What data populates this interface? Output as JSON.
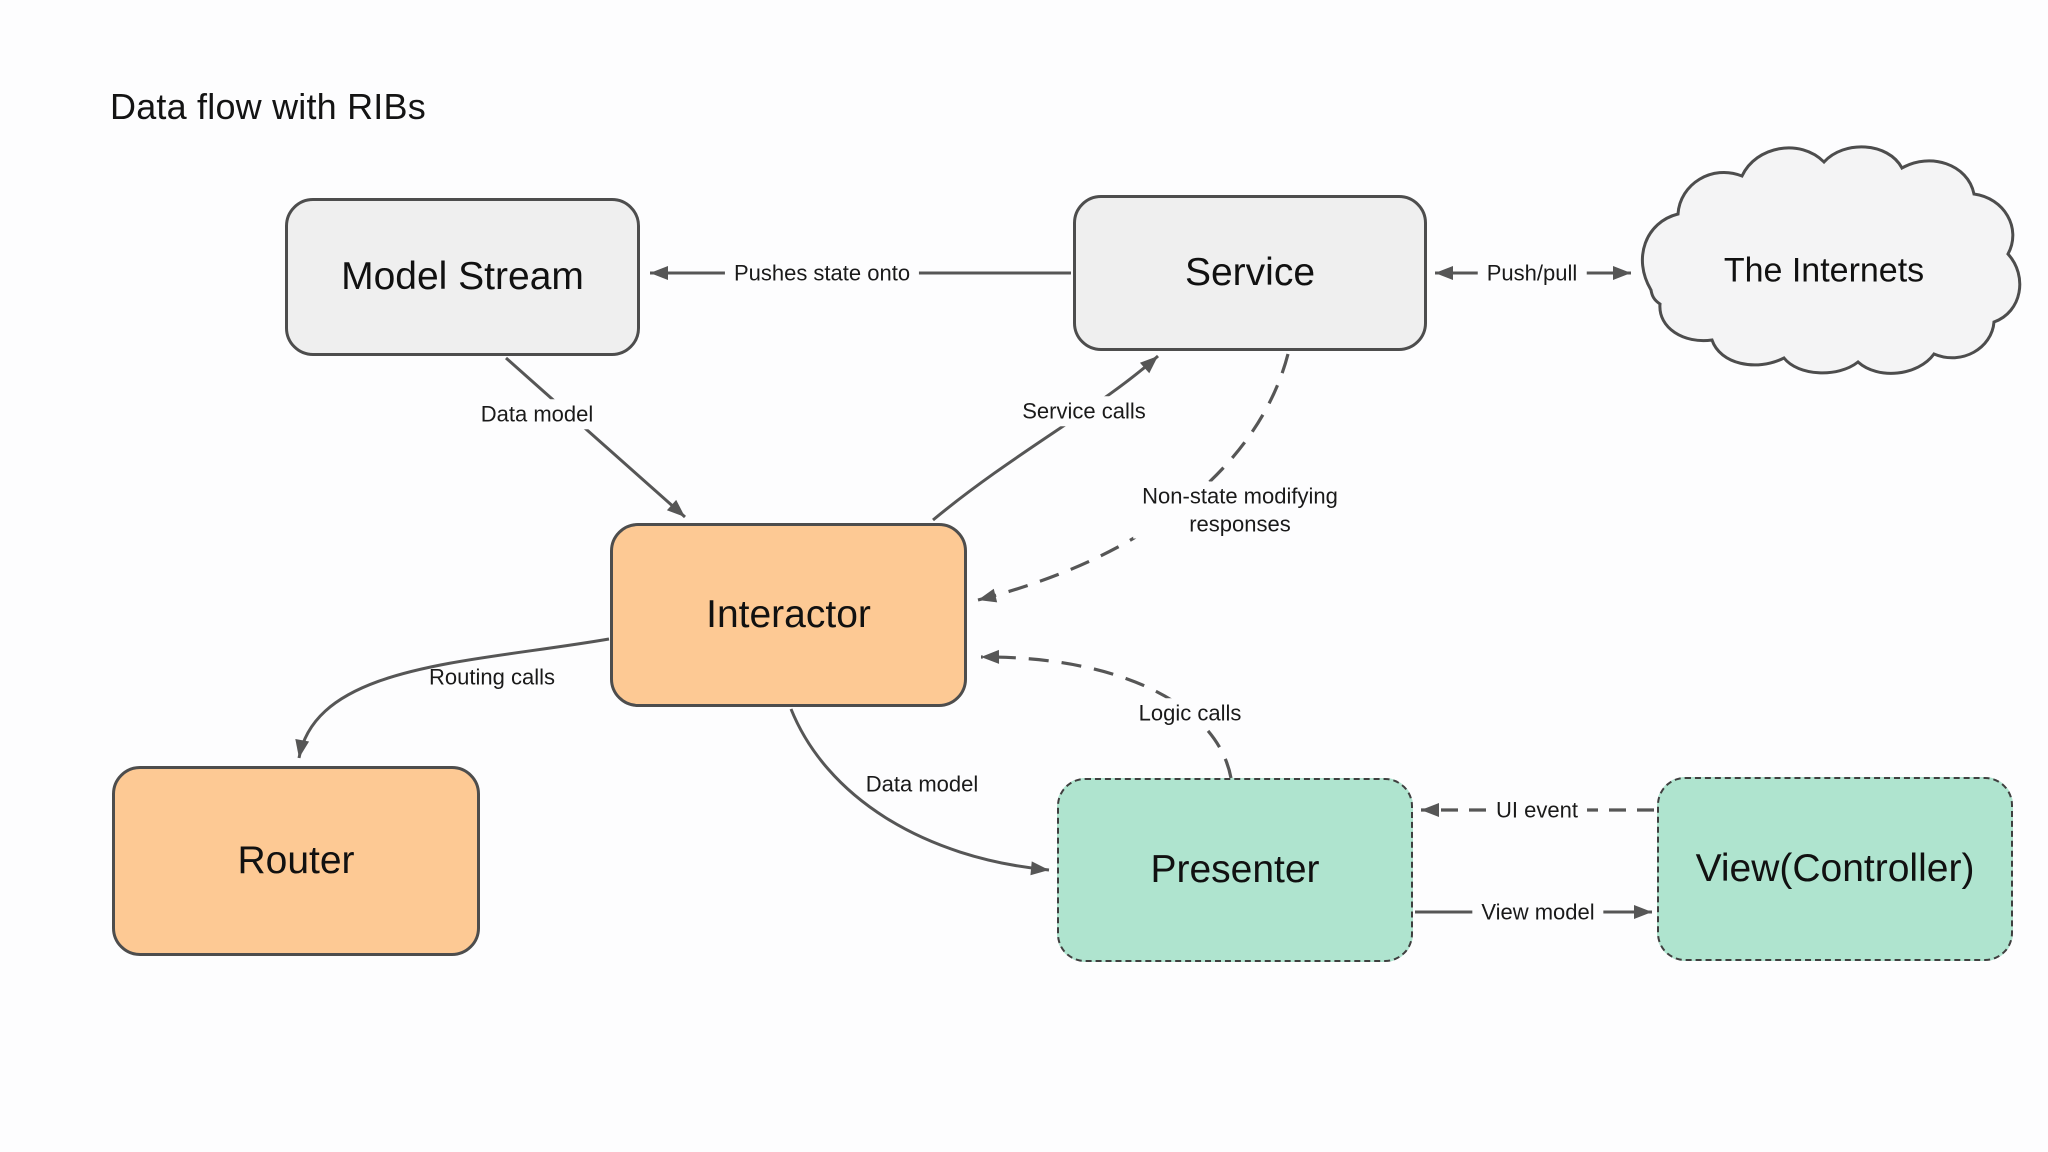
{
  "title": "Data flow with RIBs",
  "colors": {
    "background": "#fdfdfe",
    "node_gray_fill": "#efefef",
    "node_orange_fill": "#fdc994",
    "node_teal_fill": "#afe4cf",
    "node_border": "#4d4d4d",
    "edge_stroke": "#565656",
    "text": "#141414"
  },
  "nodes": {
    "model_stream": {
      "label": "Model Stream"
    },
    "service": {
      "label": "Service"
    },
    "internets": {
      "label": "The Internets"
    },
    "interactor": {
      "label": "Interactor"
    },
    "router": {
      "label": "Router"
    },
    "presenter": {
      "label": "Presenter"
    },
    "view_controller": {
      "label": "View(Controller)"
    }
  },
  "edges": {
    "pushes_state": {
      "label": "Pushes state onto",
      "from": "Service",
      "to": "Model Stream",
      "style": "solid"
    },
    "push_pull": {
      "label": "Push/pull",
      "from": "Service",
      "to": "The Internets",
      "style": "solid-double-arrow"
    },
    "data_model_top": {
      "label": "Data model",
      "from": "Model Stream",
      "to": "Interactor",
      "style": "solid"
    },
    "service_calls": {
      "label": "Service calls",
      "from": "Interactor",
      "to": "Service",
      "style": "solid"
    },
    "non_state": {
      "label_line1": "Non-state modifying",
      "label_line2": "responses",
      "from": "Service",
      "to": "Interactor",
      "style": "dashed"
    },
    "logic_calls": {
      "label": "Logic calls",
      "from": "Presenter",
      "to": "Interactor",
      "style": "dashed"
    },
    "routing_calls": {
      "label": "Routing calls",
      "from": "Interactor",
      "to": "Router",
      "style": "solid"
    },
    "data_model_bottom": {
      "label": "Data model",
      "from": "Interactor",
      "to": "Presenter",
      "style": "solid"
    },
    "ui_event": {
      "label": "UI event",
      "from": "View(Controller)",
      "to": "Presenter",
      "style": "dashed"
    },
    "view_model": {
      "label": "View model",
      "from": "Presenter",
      "to": "View(Controller)",
      "style": "solid"
    }
  }
}
